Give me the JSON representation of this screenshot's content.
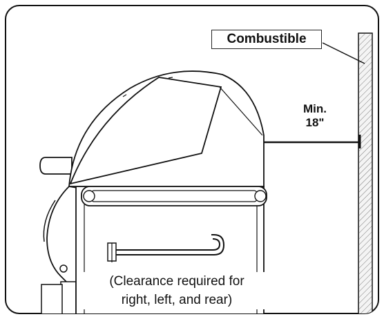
{
  "labels": {
    "combustible": "Combustible",
    "dimension_prefix": "Min.",
    "dimension_value": "18\"",
    "clearance_line1": "(Clearance required for",
    "clearance_line2": "right, left, and rear)"
  },
  "colors": {
    "line": "#111111",
    "wall_fill": "#e6e6e6",
    "panel_fill": "#f2f2f2",
    "rim": "#cfcfcf"
  }
}
